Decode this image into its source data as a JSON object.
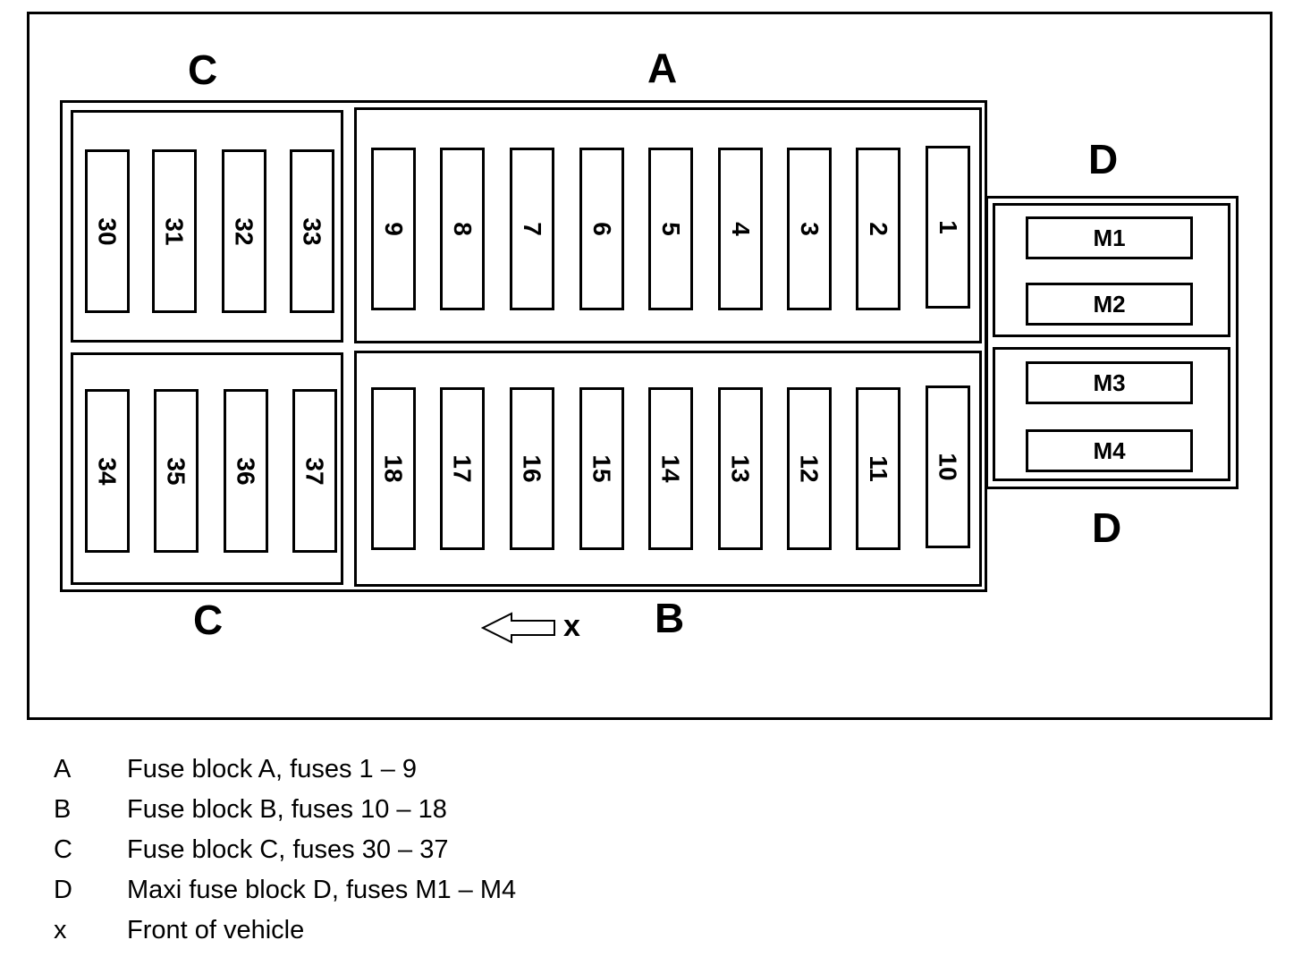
{
  "blocks": {
    "A": {
      "label": "A",
      "fuses": [
        "9",
        "8",
        "7",
        "6",
        "5",
        "4",
        "3",
        "2",
        "1"
      ]
    },
    "B": {
      "label": "B",
      "fuses": [
        "18",
        "17",
        "16",
        "15",
        "14",
        "13",
        "12",
        "11",
        "10"
      ]
    },
    "C_top": {
      "label": "C",
      "fuses": [
        "30",
        "31",
        "32",
        "33"
      ]
    },
    "C_bottom": {
      "label": "C",
      "fuses": [
        "34",
        "35",
        "36",
        "37"
      ]
    },
    "D_top": {
      "label": "D",
      "fuses": [
        "M1",
        "M2"
      ]
    },
    "D_bottom": {
      "label": "D",
      "fuses": [
        "M3",
        "M4"
      ]
    }
  },
  "front_marker": "x",
  "legend": [
    {
      "key": "A",
      "text": "Fuse block A, fuses 1 – 9"
    },
    {
      "key": "B",
      "text": "Fuse block B, fuses 10 – 18"
    },
    {
      "key": "C",
      "text": "Fuse block C, fuses 30 – 37"
    },
    {
      "key": "D",
      "text": "Maxi fuse block D, fuses M1 – M4"
    },
    {
      "key": "x",
      "text": "Front of vehicle"
    }
  ]
}
